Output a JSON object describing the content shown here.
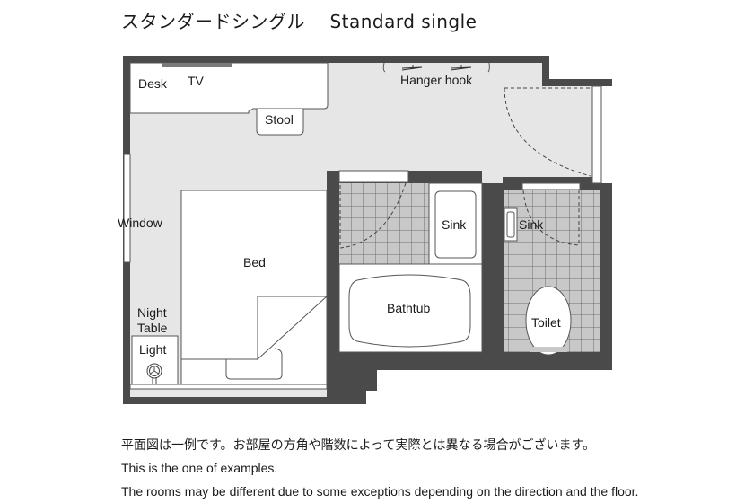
{
  "title": {
    "japanese": "スタンダードシングル",
    "english": "Standard single"
  },
  "floor_plan": {
    "colors": {
      "wall": "#4a4a4a",
      "floor": "#e6e6e6",
      "furniture": "#ffffff",
      "tile": "#c8c8c8",
      "tile_grid": "#555555",
      "tv": "#7a7a7a"
    },
    "labels": {
      "desk": "Desk",
      "tv": "TV",
      "stool": "Stool",
      "hanger_hook": "Hanger hook",
      "window": "Window",
      "bed": "Bed",
      "night_table_line1": "Night",
      "night_table_line2": "Table",
      "light": "Light",
      "sink_bath": "Sink",
      "bathtub": "Bathtub",
      "sink_toilet": "Sink",
      "toilet": "Toilet"
    }
  },
  "notes": {
    "japanese": "平面図は一例です。お部屋の方角や階数によって実際とは異なる場合がございます。",
    "english_line1": "This is the one of examples.",
    "english_line2": "The rooms may be different due to some exceptions depending on the direction and the floor."
  }
}
